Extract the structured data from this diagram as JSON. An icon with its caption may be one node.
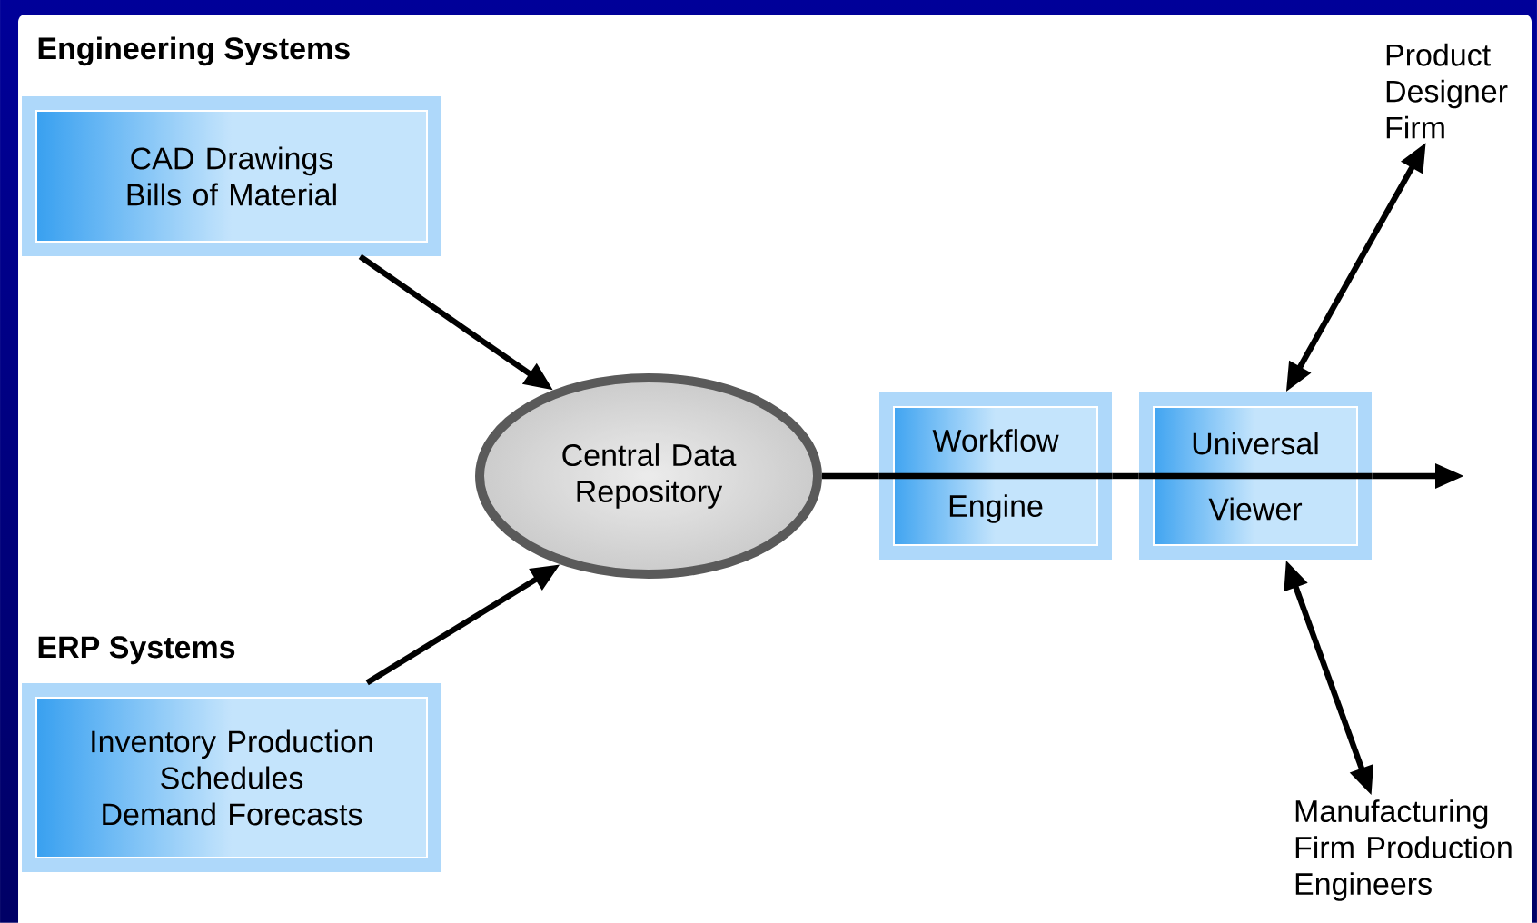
{
  "diagram": {
    "nodes": [
      {
        "text": [
          "Engineering Systems",
          "CAD Drawings Bills of Material"
        ]
      },
      {
        "text": [
          "ERP Systems",
          "Inventory Production Schedules Demand Forecasts"
        ]
      },
      {
        "text": [
          "Central Data Repository"
        ]
      },
      {
        "text": [
          "Workflow Engine"
        ]
      },
      {
        "text": [
          "Universal Viewer"
        ]
      },
      {
        "text": [
          "Product Designer Firm"
        ]
      },
      {
        "text": [
          "Manufacturing Firm Production Engineers"
        ]
      }
    ],
    "edges": [
      {
        "from": 0,
        "to": 2,
        "arrow": "to"
      },
      {
        "from": 1,
        "to": 2,
        "arrow": "to"
      },
      {
        "from": 2,
        "to": 3,
        "arrow": "none"
      },
      {
        "from": 3,
        "to": 4,
        "arrow": "none"
      },
      {
        "from": 4,
        "to": null,
        "arrow": "to"
      },
      {
        "from": 5,
        "to": 4,
        "arrow": "both"
      },
      {
        "from": 6,
        "to": 4,
        "arrow": "both"
      }
    ]
  }
}
